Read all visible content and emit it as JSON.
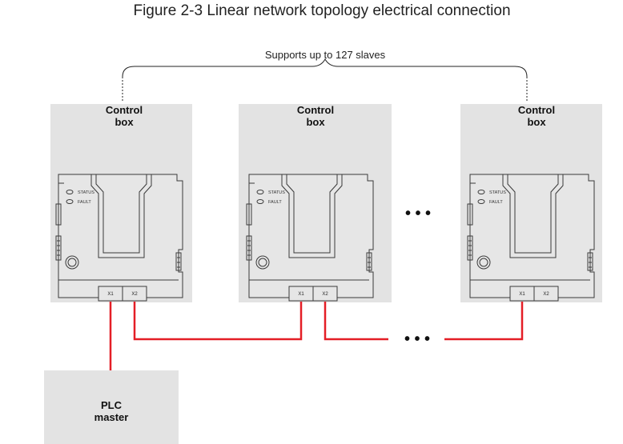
{
  "figure": {
    "title": "Figure 2-3 Linear network topology electrical connection"
  },
  "span_label": "Supports up to 127 slaves",
  "boxes": [
    {
      "title_line1": "Control",
      "title_line2": "box",
      "status_label": "STATUS",
      "fault_label": "FAULT",
      "port_x1": "X1",
      "port_x2": "X2"
    },
    {
      "title_line1": "Control",
      "title_line2": "box",
      "status_label": "STATUS",
      "fault_label": "FAULT",
      "port_x1": "X1",
      "port_x2": "X2"
    },
    {
      "title_line1": "Control",
      "title_line2": "box",
      "status_label": "STATUS",
      "fault_label": "FAULT",
      "port_x1": "X1",
      "port_x2": "X2"
    }
  ],
  "plc": {
    "line1": "PLC",
    "line2": "master"
  },
  "ellipsis_upper": "• • •",
  "ellipsis_lower": "• • •",
  "colors": {
    "box_fill": "#e3e3e3",
    "cable": "#e41e26",
    "outline": "#3a3a3a"
  }
}
